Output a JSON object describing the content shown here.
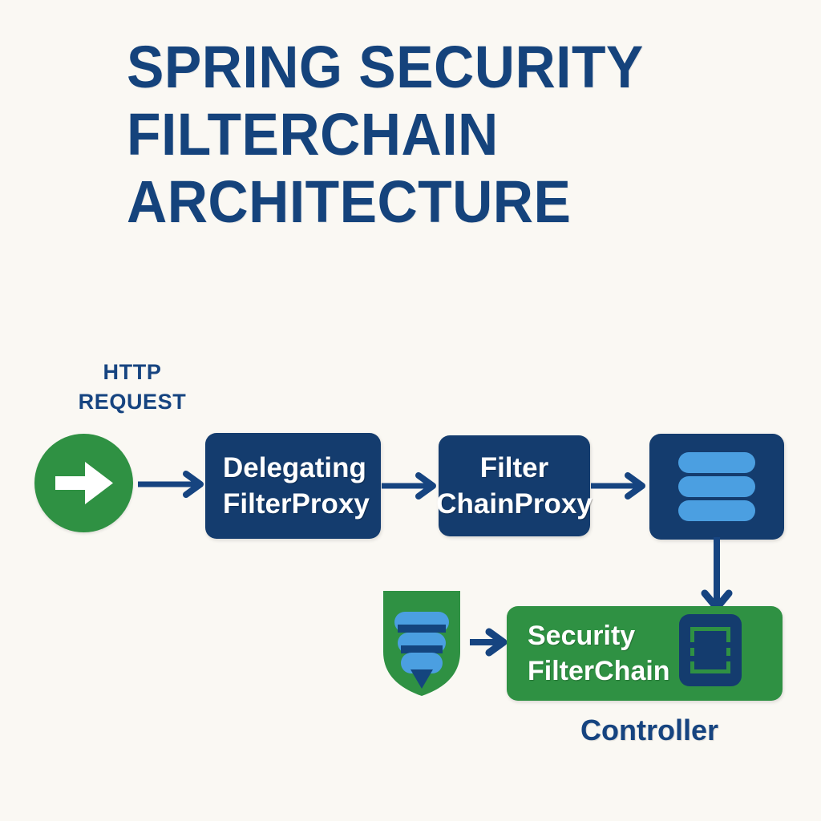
{
  "page": {
    "background_color": "#faf8f3",
    "title": "SPRING SECURITY\nFILTERCHAIN\nARCHITECTURE"
  },
  "colors": {
    "navy": "#143c6e",
    "navy_text": "#164480",
    "green": "#2f9143",
    "light_blue": "#4b9fe1",
    "white": "#ffffff",
    "background": "#faf8f3"
  },
  "flow": {
    "entry": {
      "label": "HTTP\nREQUEST",
      "icon": "right-arrow-icon",
      "shape": "circle",
      "color": "#2f9143"
    },
    "nodes": [
      {
        "id": "delegating-filter-proxy",
        "label": "Delegating\nFilterProxy",
        "color": "#143c6e",
        "text_color": "#ffffff"
      },
      {
        "id": "filter-chain-proxy",
        "label": "Filter\nChainProxy",
        "color": "#143c6e",
        "text_color": "#ffffff"
      },
      {
        "id": "filter-stack",
        "label": "",
        "icon": "stack-icon",
        "color": "#143c6e",
        "icon_color": "#4b9fe1"
      },
      {
        "id": "security-filter-chain",
        "label": "Security\nFilterChain",
        "color": "#2f9143",
        "text_color": "#ffffff",
        "icon": "document-list-icon"
      }
    ],
    "shield": {
      "id": "security-shield",
      "icon": "shield-filter-icon",
      "color": "#2f9143",
      "filter_color": "#4b9fe1"
    },
    "controller": {
      "label": "Controller",
      "text_color": "#164480"
    },
    "connectors": [
      {
        "from": "http-request",
        "to": "delegating-filter-proxy",
        "direction": "right"
      },
      {
        "from": "delegating-filter-proxy",
        "to": "filter-chain-proxy",
        "direction": "right"
      },
      {
        "from": "filter-chain-proxy",
        "to": "filter-stack",
        "direction": "right"
      },
      {
        "from": "filter-stack",
        "to": "security-filter-chain",
        "direction": "down"
      },
      {
        "from": "security-shield",
        "to": "security-filter-chain",
        "direction": "right"
      }
    ]
  }
}
